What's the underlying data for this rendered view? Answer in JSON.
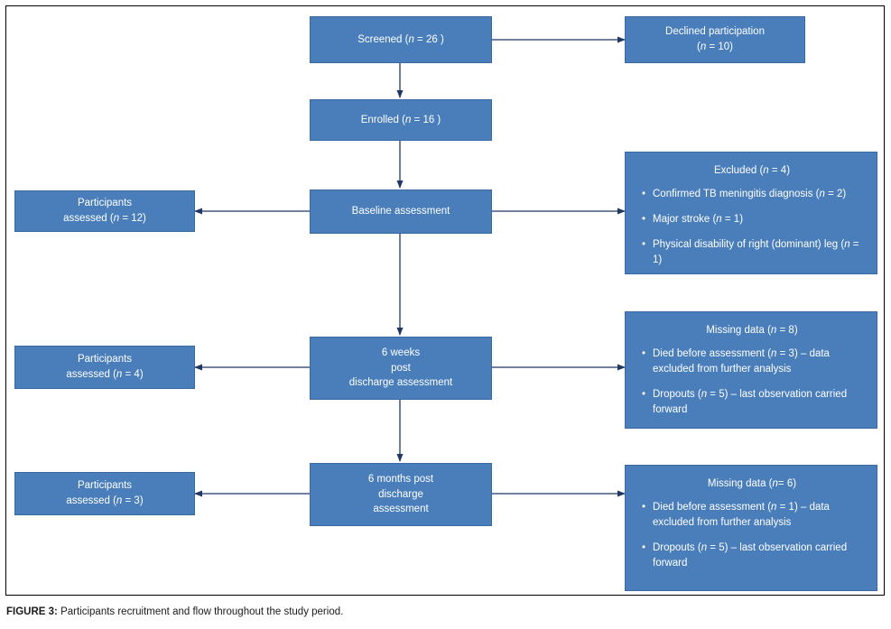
{
  "figure": {
    "caption_label": "FIGURE 3:",
    "caption_text": "Participants recruitment and flow throughout the study period.",
    "colors": {
      "node_fill": "#4A7EBB",
      "node_border": "#3A6AA4",
      "connector": "#1F3864",
      "node_text": "#FFFFFF",
      "frame_border": "#000000",
      "background": "#FFFFFF"
    }
  },
  "nodes": {
    "screened": {
      "id": "screened",
      "lines": [
        "Screened (n = 26 )"
      ]
    },
    "declined": {
      "id": "declined",
      "lines": [
        "Declined participation",
        "(n = 10)"
      ]
    },
    "enrolled": {
      "id": "enrolled",
      "lines": [
        "Enrolled (n = 16 )"
      ]
    },
    "baseline": {
      "id": "baseline",
      "lines": [
        "Baseline assessment"
      ]
    },
    "participants_baseline": {
      "id": "participants-assessed-12",
      "lines": [
        "Participants",
        "assessed (n = 12)"
      ]
    },
    "excluded": {
      "id": "excluded",
      "heading": "Excluded (n = 4)",
      "items": [
        "Confirmed TB meningitis diagnosis (n = 2)",
        "Major stroke (n = 1)",
        "Physical disability of right (dominant) leg (n = 1)"
      ]
    },
    "six_weeks": {
      "id": "six-weeks-post-discharge-assessment",
      "lines": [
        "6 weeks",
        "post",
        "discharge assessment"
      ]
    },
    "participants_six_weeks": {
      "id": "participants-assessed-4",
      "lines": [
        "Participants",
        "assessed (n = 4)"
      ]
    },
    "missing_six_weeks": {
      "id": "missing-data-8",
      "heading": "Missing data (n = 8)",
      "items": [
        "Died before assessment (n = 3) – data excluded from further analysis",
        "Dropouts (n = 5) – last observation carried forward"
      ]
    },
    "six_months": {
      "id": "six-months-post-discharge-assessment",
      "lines": [
        "6 months post",
        "discharge",
        "assessment"
      ]
    },
    "participants_six_months": {
      "id": "participants-assessed-3",
      "lines": [
        "Participants",
        "assessed (n = 3)"
      ]
    },
    "missing_six_months": {
      "id": "missing-data-6",
      "heading": "Missing data (n= 6)",
      "items": [
        "Died before assessment (n = 1) – data excluded from further analysis",
        "Dropouts (n = 5) – last observation carried forward"
      ]
    }
  },
  "chart_data": {
    "type": "diagram",
    "title": "Participants recruitment and flow throughout the study period",
    "diagram_kind": "participant-flow-consort",
    "stages": [
      {
        "stage": "Screened",
        "n": 26
      },
      {
        "stage": "Declined participation",
        "n": 10
      },
      {
        "stage": "Enrolled",
        "n": 16
      },
      {
        "stage": "Baseline assessment",
        "n": null
      },
      {
        "stage": "Participants assessed at baseline",
        "n": 12
      },
      {
        "stage": "Excluded",
        "n": 4
      },
      {
        "stage": "6 weeks post discharge assessment",
        "n": null
      },
      {
        "stage": "Participants assessed at 6 weeks",
        "n": 4
      },
      {
        "stage": "Missing data at 6 weeks",
        "n": 8
      },
      {
        "stage": "6 months post discharge assessment",
        "n": null
      },
      {
        "stage": "Participants assessed at 6 months",
        "n": 3
      },
      {
        "stage": "Missing data at 6 months",
        "n": 6
      }
    ],
    "exclusion_reasons": [
      {
        "reason": "Confirmed TB meningitis diagnosis",
        "n": 2
      },
      {
        "reason": "Major stroke",
        "n": 1
      },
      {
        "reason": "Physical disability of right (dominant) leg",
        "n": 1
      }
    ],
    "missing_data_6_weeks": [
      {
        "reason": "Died before assessment – data excluded from further analysis",
        "n": 3
      },
      {
        "reason": "Dropouts – last observation carried forward",
        "n": 5
      }
    ],
    "missing_data_6_months": [
      {
        "reason": "Died before assessment – data excluded from further analysis",
        "n": 1
      },
      {
        "reason": "Dropouts – last observation carried forward",
        "n": 5
      }
    ],
    "edges": [
      {
        "from": "Screened",
        "to": "Declined participation",
        "direction": "right"
      },
      {
        "from": "Screened",
        "to": "Enrolled",
        "direction": "down"
      },
      {
        "from": "Enrolled",
        "to": "Baseline assessment",
        "direction": "down"
      },
      {
        "from": "Baseline assessment",
        "to": "Participants assessed (n = 12)",
        "direction": "left"
      },
      {
        "from": "Baseline assessment",
        "to": "Excluded (n = 4)",
        "direction": "right"
      },
      {
        "from": "Baseline assessment",
        "to": "6 weeks post discharge assessment",
        "direction": "down"
      },
      {
        "from": "6 weeks post discharge assessment",
        "to": "Participants assessed (n = 4)",
        "direction": "left"
      },
      {
        "from": "6 weeks post discharge assessment",
        "to": "Missing data (n = 8)",
        "direction": "right"
      },
      {
        "from": "6 weeks post discharge assessment",
        "to": "6 months post discharge assessment",
        "direction": "down"
      },
      {
        "from": "6 months post discharge assessment",
        "to": "Participants assessed (n = 3)",
        "direction": "left"
      },
      {
        "from": "6 months post discharge assessment",
        "to": "Missing data (n= 6)",
        "direction": "right"
      }
    ]
  }
}
